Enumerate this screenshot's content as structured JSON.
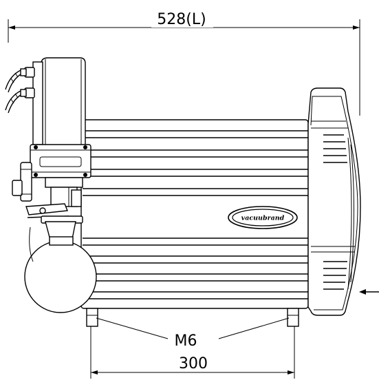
{
  "dimensions": {
    "overall_length": "528(L)",
    "foot_spacing": "300",
    "thread": "M6"
  },
  "logo": {
    "text": "vacuubrand"
  }
}
